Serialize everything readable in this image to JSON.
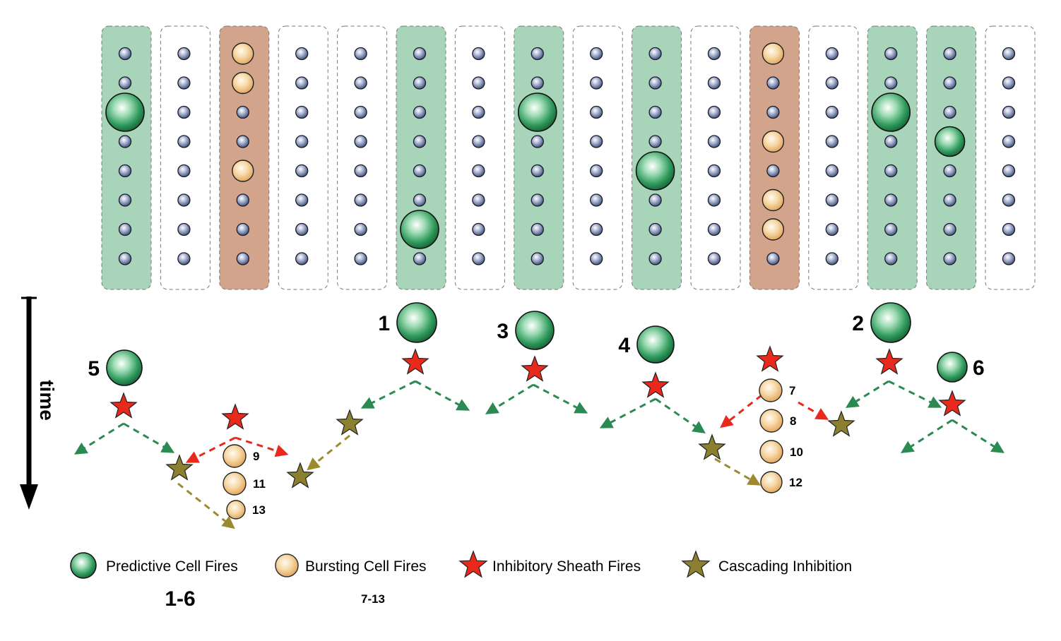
{
  "columns": [
    {
      "type": "predictive",
      "fill": "#a8d5ba",
      "small_cells": [
        0,
        1,
        3,
        4,
        5,
        6,
        7
      ],
      "large_cells": [
        2
      ],
      "burst_cells": []
    },
    {
      "type": "normal",
      "fill": "#ffffff",
      "small_cells": [
        0,
        1,
        2,
        3,
        4,
        5,
        6,
        7
      ],
      "large_cells": [],
      "burst_cells": []
    },
    {
      "type": "bursting",
      "fill": "#d3a48c",
      "small_cells": [
        2,
        3,
        5,
        6,
        7
      ],
      "large_cells": [],
      "burst_cells": [
        0,
        1,
        4
      ]
    },
    {
      "type": "normal",
      "fill": "#ffffff",
      "small_cells": [
        0,
        1,
        2,
        3,
        4,
        5,
        6,
        7
      ],
      "large_cells": [],
      "burst_cells": []
    },
    {
      "type": "normal",
      "fill": "#ffffff",
      "small_cells": [
        0,
        1,
        2,
        3,
        4,
        5,
        6,
        7
      ],
      "large_cells": [],
      "burst_cells": []
    },
    {
      "type": "predictive",
      "fill": "#a8d5ba",
      "small_cells": [
        0,
        1,
        2,
        3,
        4,
        5,
        7
      ],
      "large_cells": [
        6
      ],
      "burst_cells": []
    },
    {
      "type": "normal",
      "fill": "#ffffff",
      "small_cells": [
        0,
        1,
        2,
        3,
        4,
        5,
        6,
        7
      ],
      "large_cells": [],
      "burst_cells": []
    },
    {
      "type": "predictive",
      "fill": "#a8d5ba",
      "small_cells": [
        0,
        1,
        3,
        4,
        5,
        6,
        7
      ],
      "large_cells": [
        2
      ],
      "burst_cells": []
    },
    {
      "type": "normal",
      "fill": "#ffffff",
      "small_cells": [
        0,
        1,
        2,
        3,
        4,
        5,
        6,
        7
      ],
      "large_cells": [],
      "burst_cells": []
    },
    {
      "type": "predictive",
      "fill": "#a8d5ba",
      "small_cells": [
        0,
        1,
        2,
        3,
        5,
        6,
        7
      ],
      "large_cells": [
        4
      ],
      "burst_cells": []
    },
    {
      "type": "normal",
      "fill": "#ffffff",
      "small_cells": [
        0,
        1,
        2,
        3,
        4,
        5,
        6,
        7
      ],
      "large_cells": [],
      "burst_cells": []
    },
    {
      "type": "bursting",
      "fill": "#d3a48c",
      "small_cells": [
        1,
        2,
        4,
        7
      ],
      "large_cells": [],
      "burst_cells": [
        0,
        3,
        5,
        6
      ]
    },
    {
      "type": "normal",
      "fill": "#ffffff",
      "small_cells": [
        0,
        1,
        2,
        3,
        4,
        5,
        6,
        7
      ],
      "large_cells": [],
      "burst_cells": []
    },
    {
      "type": "predictive",
      "fill": "#a8d5ba",
      "small_cells": [
        0,
        1,
        3,
        4,
        5,
        6,
        7
      ],
      "large_cells": [
        2
      ],
      "burst_cells": []
    },
    {
      "type": "predictive",
      "fill": "#a8d5ba",
      "small_cells": [
        0,
        1,
        2,
        4,
        5,
        6,
        7
      ],
      "large_cells": [
        3
      ],
      "burst_cells": []
    },
    {
      "type": "normal",
      "fill": "#ffffff",
      "small_cells": [
        0,
        1,
        2,
        3,
        4,
        5,
        6,
        7
      ],
      "large_cells": [],
      "burst_cells": []
    }
  ],
  "time_label": "time",
  "predictive_events": [
    {
      "label": "1",
      "label_side": "left"
    },
    {
      "label": "2",
      "label_side": "left"
    },
    {
      "label": "3",
      "label_side": "left"
    },
    {
      "label": "4",
      "label_side": "left"
    },
    {
      "label": "5",
      "label_side": "left"
    },
    {
      "label": "6",
      "label_side": "right"
    }
  ],
  "bursting_events": [
    "7",
    "8",
    "9",
    "10",
    "11",
    "12",
    "13"
  ],
  "legend": {
    "predictive": "Predictive Cell Fires",
    "bursting": "Bursting Cell Fires",
    "inhibitory": "Inhibitory Sheath Fires",
    "cascading": "Cascading Inhibition",
    "predictive_range": "1-6",
    "bursting_range": "7-13"
  },
  "colors": {
    "predictive_green": "#2e8b57",
    "burst_orange": "#f3c88a",
    "inhibitory_red": "#e8291c",
    "cascading_olive": "#8c8030",
    "arrow_green": "#2a8a52",
    "arrow_red": "#e8291c",
    "arrow_olive": "#9c8a30",
    "small_cell_blue": "#5d6c96"
  }
}
